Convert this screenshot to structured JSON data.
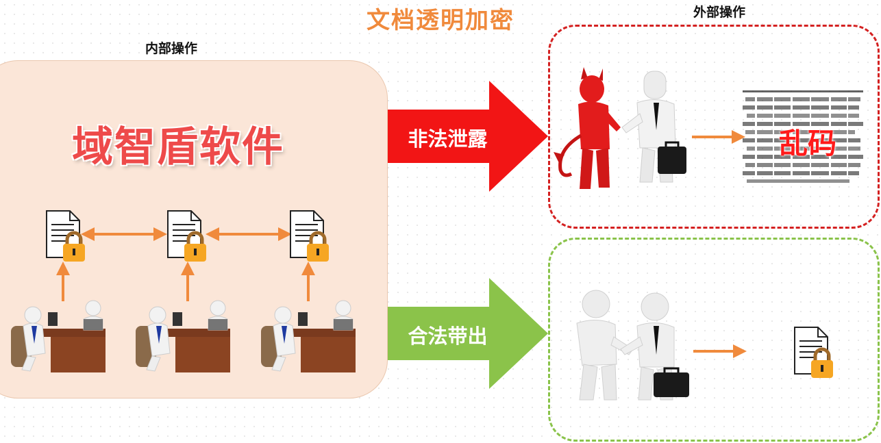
{
  "title": "文档透明加密",
  "internal": {
    "label": "内部操作",
    "brand": "域智盾软件"
  },
  "external": {
    "label": "外部操作"
  },
  "flows": {
    "illegal": {
      "label": "非法泄露",
      "color": "#f21515",
      "result": "乱码"
    },
    "legal": {
      "label": "合法带出",
      "color": "#8bc34a"
    }
  },
  "colors": {
    "accent": "#f08a3c",
    "lock": "#f6a623",
    "panel": "#fbe6d8"
  },
  "icons": [
    "locked-document-icon",
    "office-worker-icon",
    "devil-icon",
    "businessman-icon",
    "briefcase-icon",
    "garbled-text-icon"
  ]
}
